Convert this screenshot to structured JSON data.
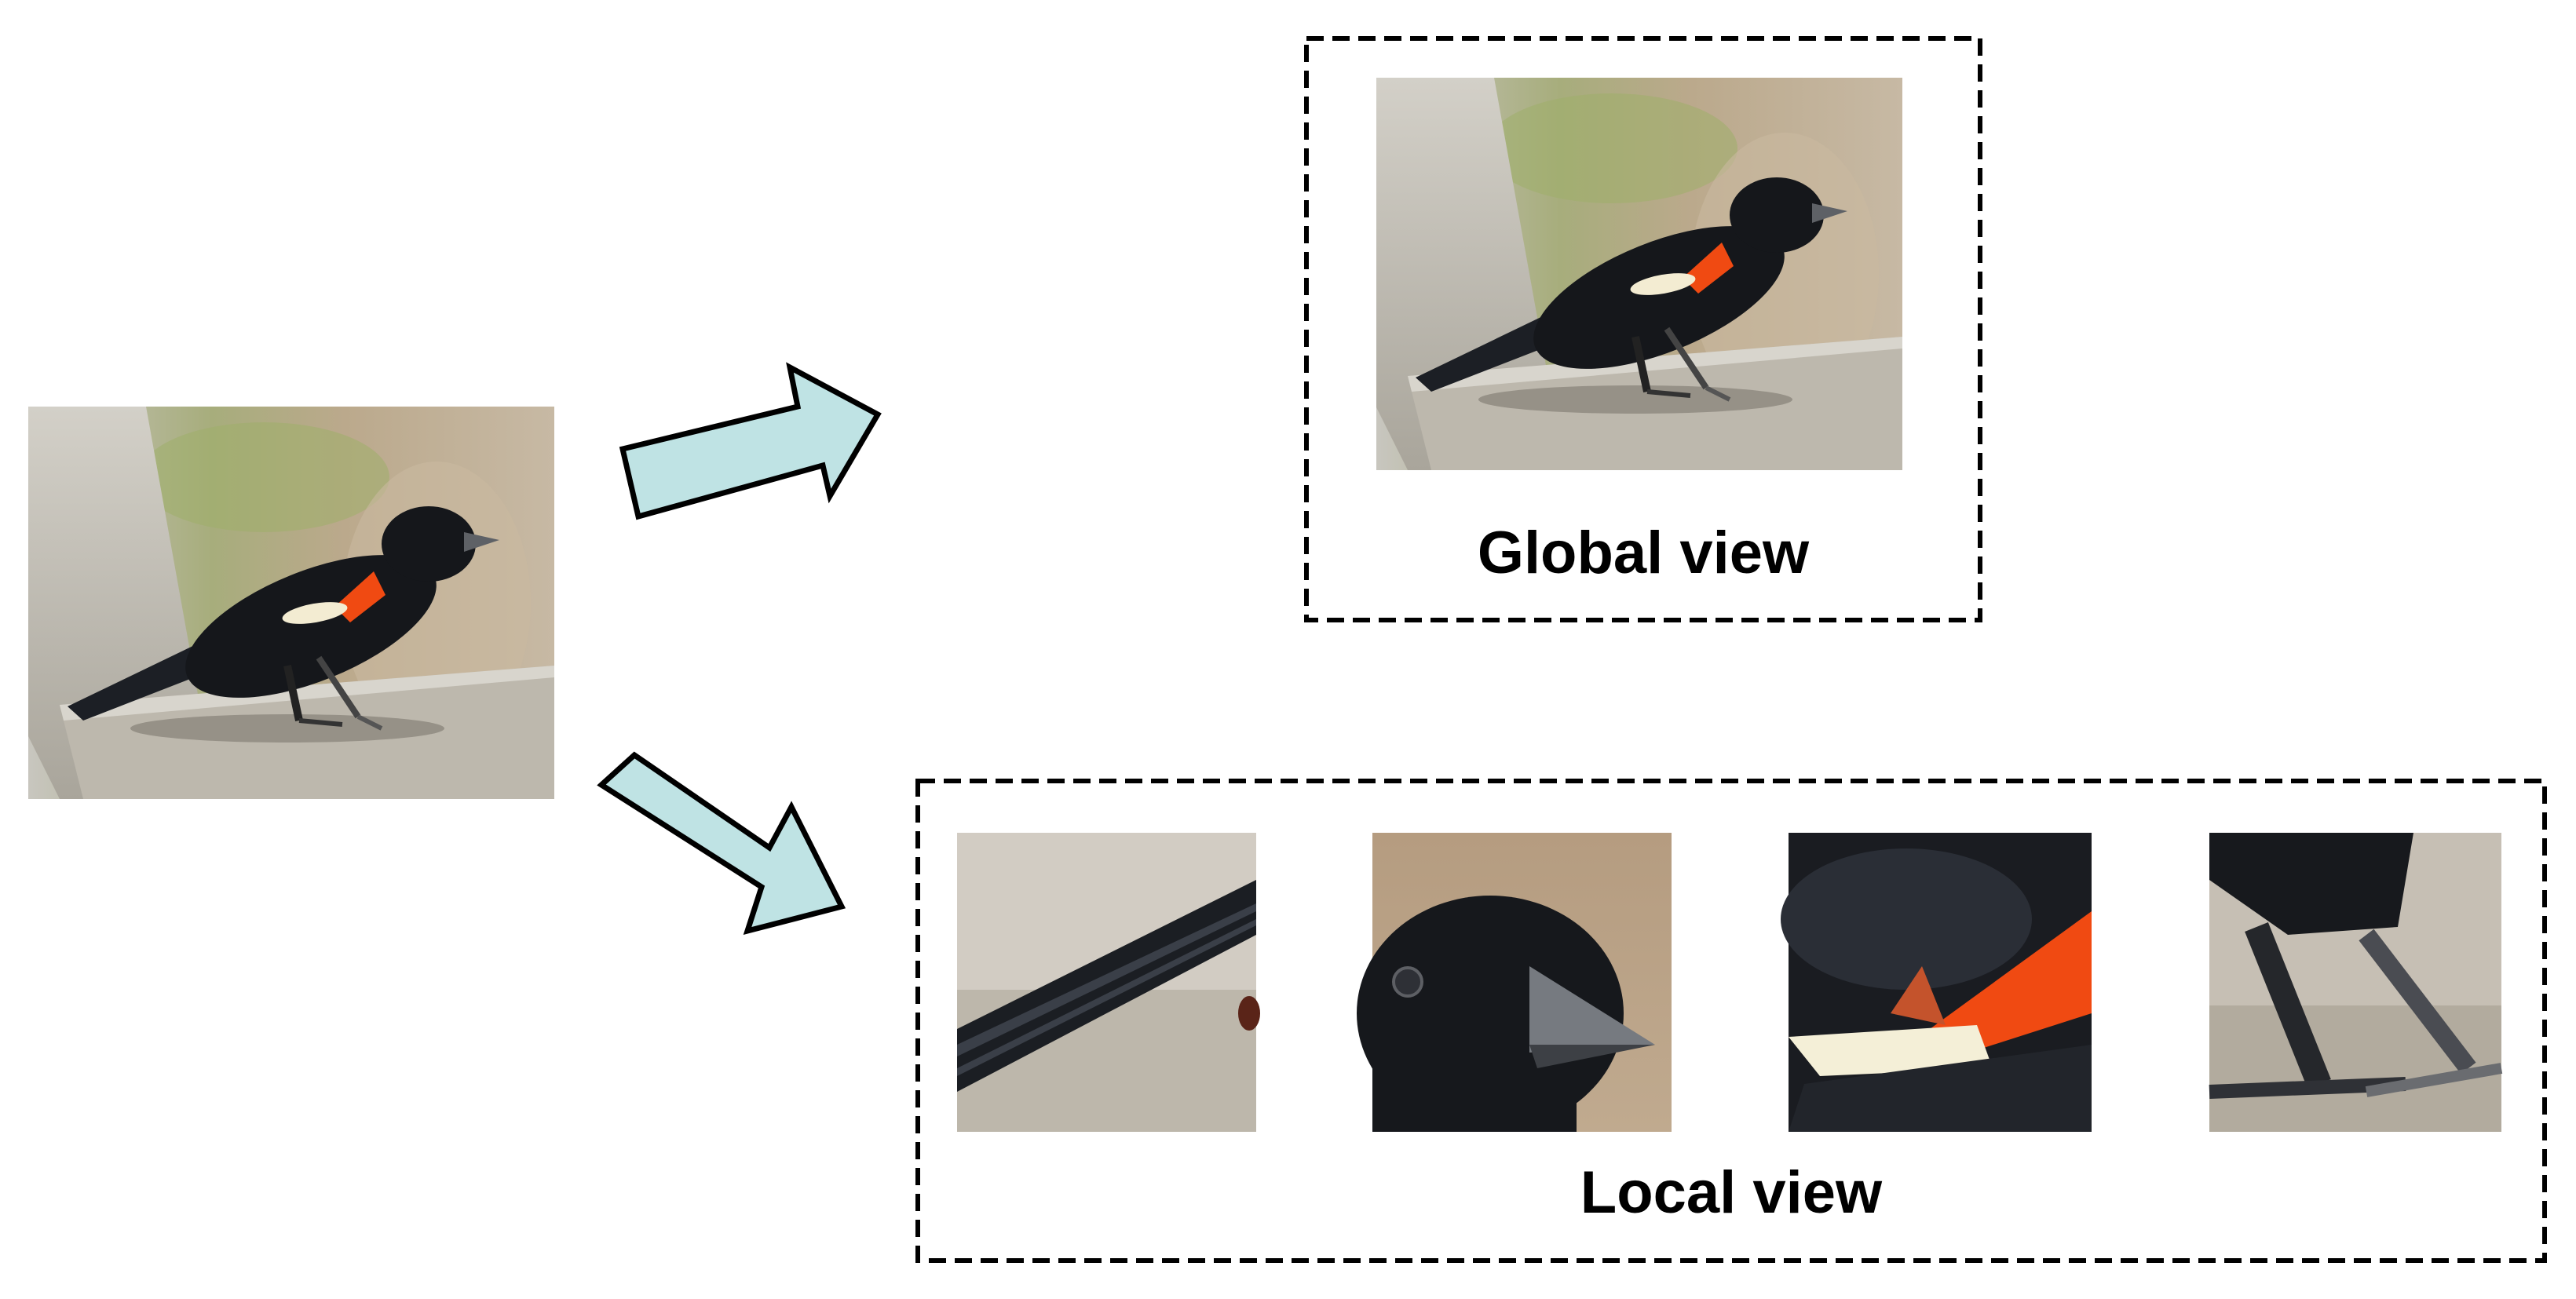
{
  "global_view": {
    "label": "Global view"
  },
  "local_view": {
    "label": "Local view"
  },
  "colors": {
    "arrow_fill": "#bfe3e4",
    "arrow_stroke": "#000000",
    "box_stroke": "#000000",
    "bird_body": "#15171b",
    "wing_patch_red": "#f04a12",
    "wing_patch_white": "#f3ecd2",
    "background_tan": "#b7a98f",
    "rail_grey": "#c9c6be"
  },
  "local_crops": [
    "tail-crop",
    "head-crop",
    "wing-patch-crop",
    "feet-crop"
  ]
}
